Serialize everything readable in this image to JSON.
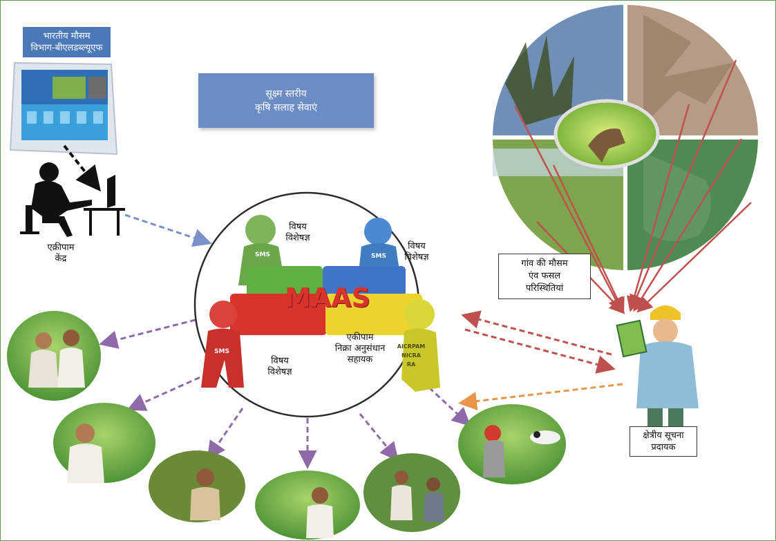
{
  "imd_label": {
    "line1": "भारतीय मौसम",
    "line2": "विभाग-बीएलडब्ल्यूएफ"
  },
  "title_box": {
    "line1": "सूक्ष्म स्तरीय",
    "line2": "कृषि सलाह सेवाएं"
  },
  "aicrpam_centre": {
    "line1": "एक्रीपाम",
    "line2": "केंद्र"
  },
  "maas_text": "MAAS",
  "sms_label": "SMS",
  "aicrpam_badge": {
    "line1": "AICRPAM",
    "line2": "NICRA",
    "line3": "RA"
  },
  "subject_experts": [
    {
      "line1": "विषय",
      "line2": "विशेषज्ञ"
    },
    {
      "line1": "विषय",
      "line2": "विशेषज्ञ"
    },
    {
      "line1": "विषय",
      "line2": "विशेषज्ञ"
    }
  ],
  "research_assistant": {
    "line1": "एकीपाम",
    "line2": "निक्रा अनुसंधान",
    "line3": "सहायक"
  },
  "village_conditions": {
    "line1": "गांव की मौसम",
    "line2": "एंव फसल",
    "line3": "परिस्थितियां"
  },
  "field_provider": {
    "line1": "क्षेत्रीय सूचना",
    "line2": "प्रदायक"
  },
  "colors": {
    "frame": "#5f9a54",
    "title_box": "#6b8cc4",
    "imd_box": "#4a78b8",
    "arrow_blue": "#7b8fc8",
    "arrow_red": "#c0504d",
    "arrow_orange": "#e8954a",
    "arrow_purple": "#8e6aa8"
  }
}
